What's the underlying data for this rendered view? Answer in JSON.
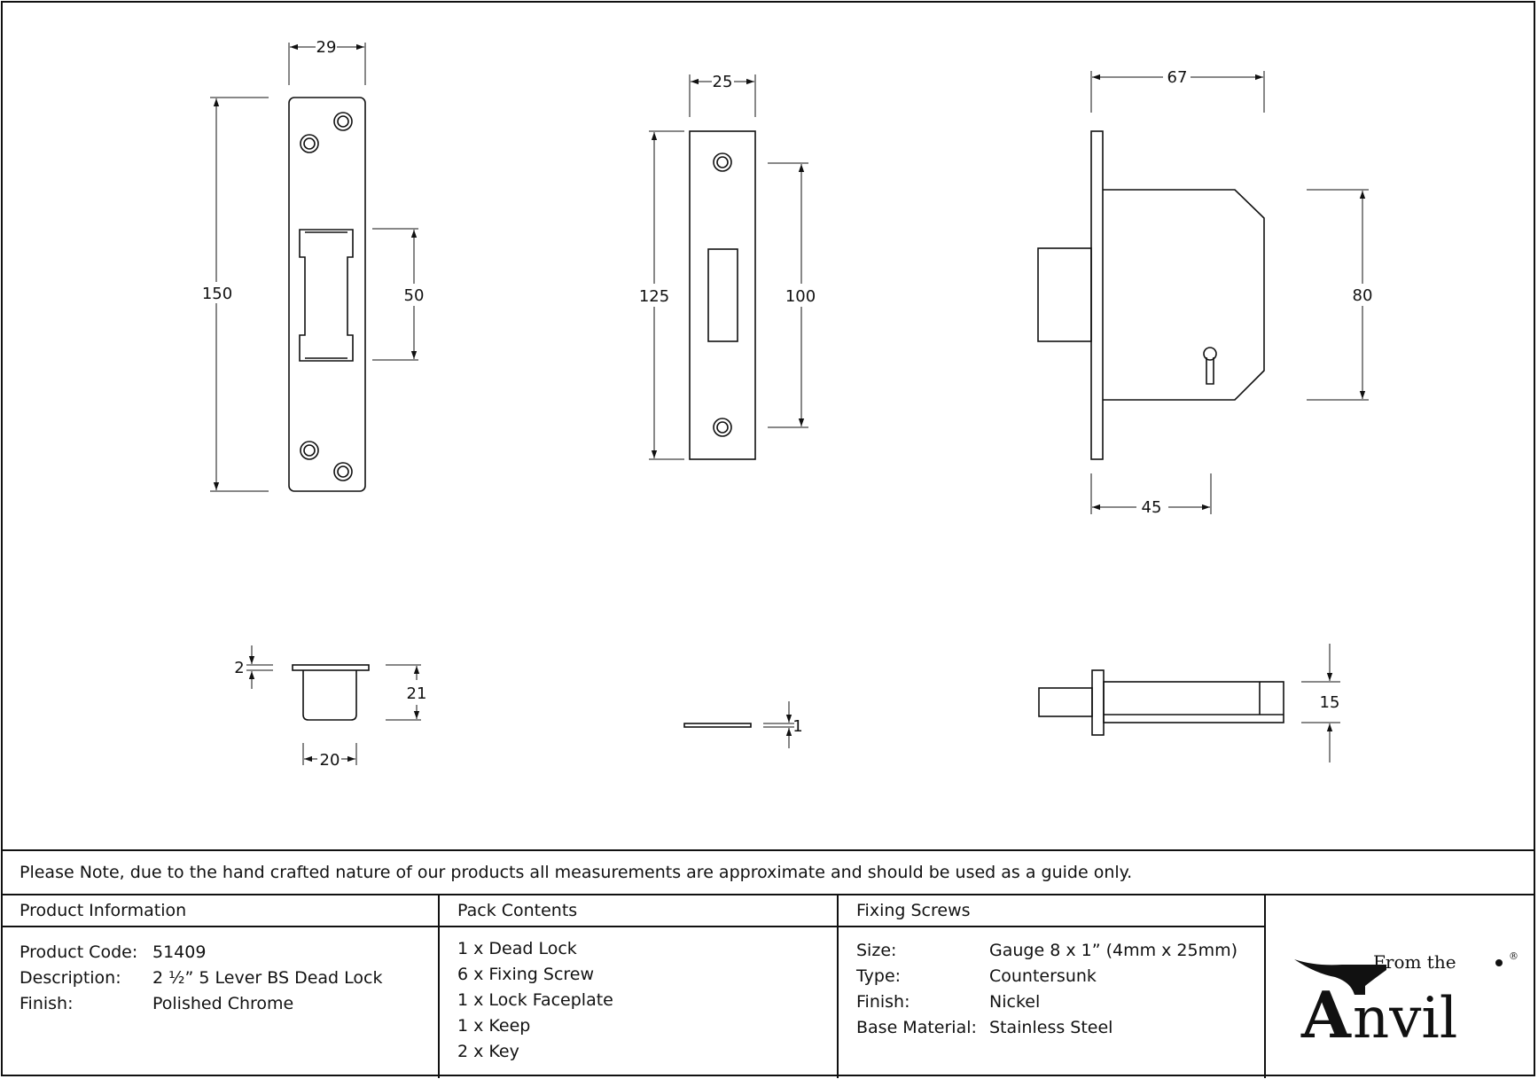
{
  "dimensions": {
    "keep_width": "29",
    "keep_height": "150",
    "keep_opening": "50",
    "faceplate_width": "25",
    "faceplate_height": "125",
    "faceplate_holes": "100",
    "body_width": "67",
    "body_height": "80",
    "backset": "45",
    "keep_lip": "2",
    "keep_depth": "21",
    "keep_box_width": "20",
    "faceplate_thickness": "1",
    "body_thickness": "15"
  },
  "note": "Please Note, due to the hand crafted nature of our products all measurements are approximate and should be used as a guide only.",
  "product_info": {
    "heading": "Product Information",
    "rows": [
      {
        "label": "Product Code:",
        "value": "51409"
      },
      {
        "label": "Description:",
        "value": "2 ½” 5 Lever BS Dead Lock"
      },
      {
        "label": "Finish:",
        "value": "Polished Chrome"
      }
    ]
  },
  "pack_contents": {
    "heading": "Pack Contents",
    "items": [
      "1 x Dead Lock",
      "6 x Fixing Screw",
      "1 x Lock Faceplate",
      "1 x Keep",
      "2 x Key"
    ]
  },
  "fixing_screws": {
    "heading": "Fixing Screws",
    "rows": [
      {
        "label": "Size:",
        "value": "Gauge 8 x 1” (4mm x 25mm)"
      },
      {
        "label": "Type:",
        "value": "Countersunk"
      },
      {
        "label": "Finish:",
        "value": "Nickel"
      },
      {
        "label": "Base Material:",
        "value": "Stainless Steel"
      }
    ]
  },
  "logo": {
    "small": "From the",
    "big_initial": "A",
    "big_rest": "nvil",
    "mark": "®"
  }
}
